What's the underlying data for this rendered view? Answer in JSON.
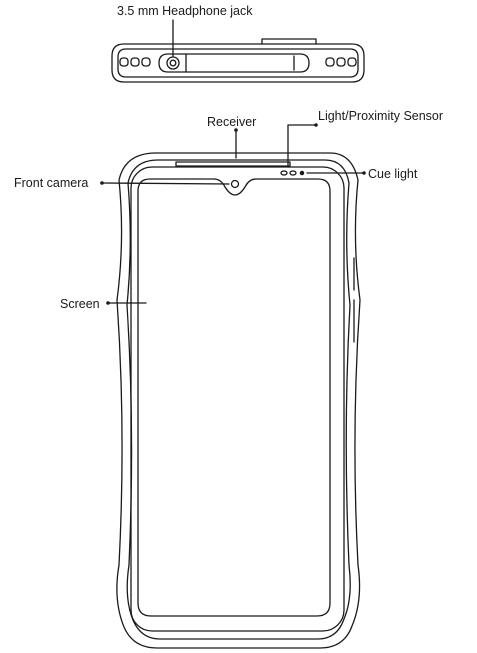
{
  "labels": {
    "headphone_jack": "3.5 mm Headphone jack",
    "receiver": "Receiver",
    "light_proximity_sensor": "Light/Proximity Sensor",
    "cue_light": "Cue light",
    "front_camera": "Front camera",
    "screen": "Screen"
  },
  "colors": {
    "line": "#1a1a1a",
    "background": "#ffffff"
  }
}
